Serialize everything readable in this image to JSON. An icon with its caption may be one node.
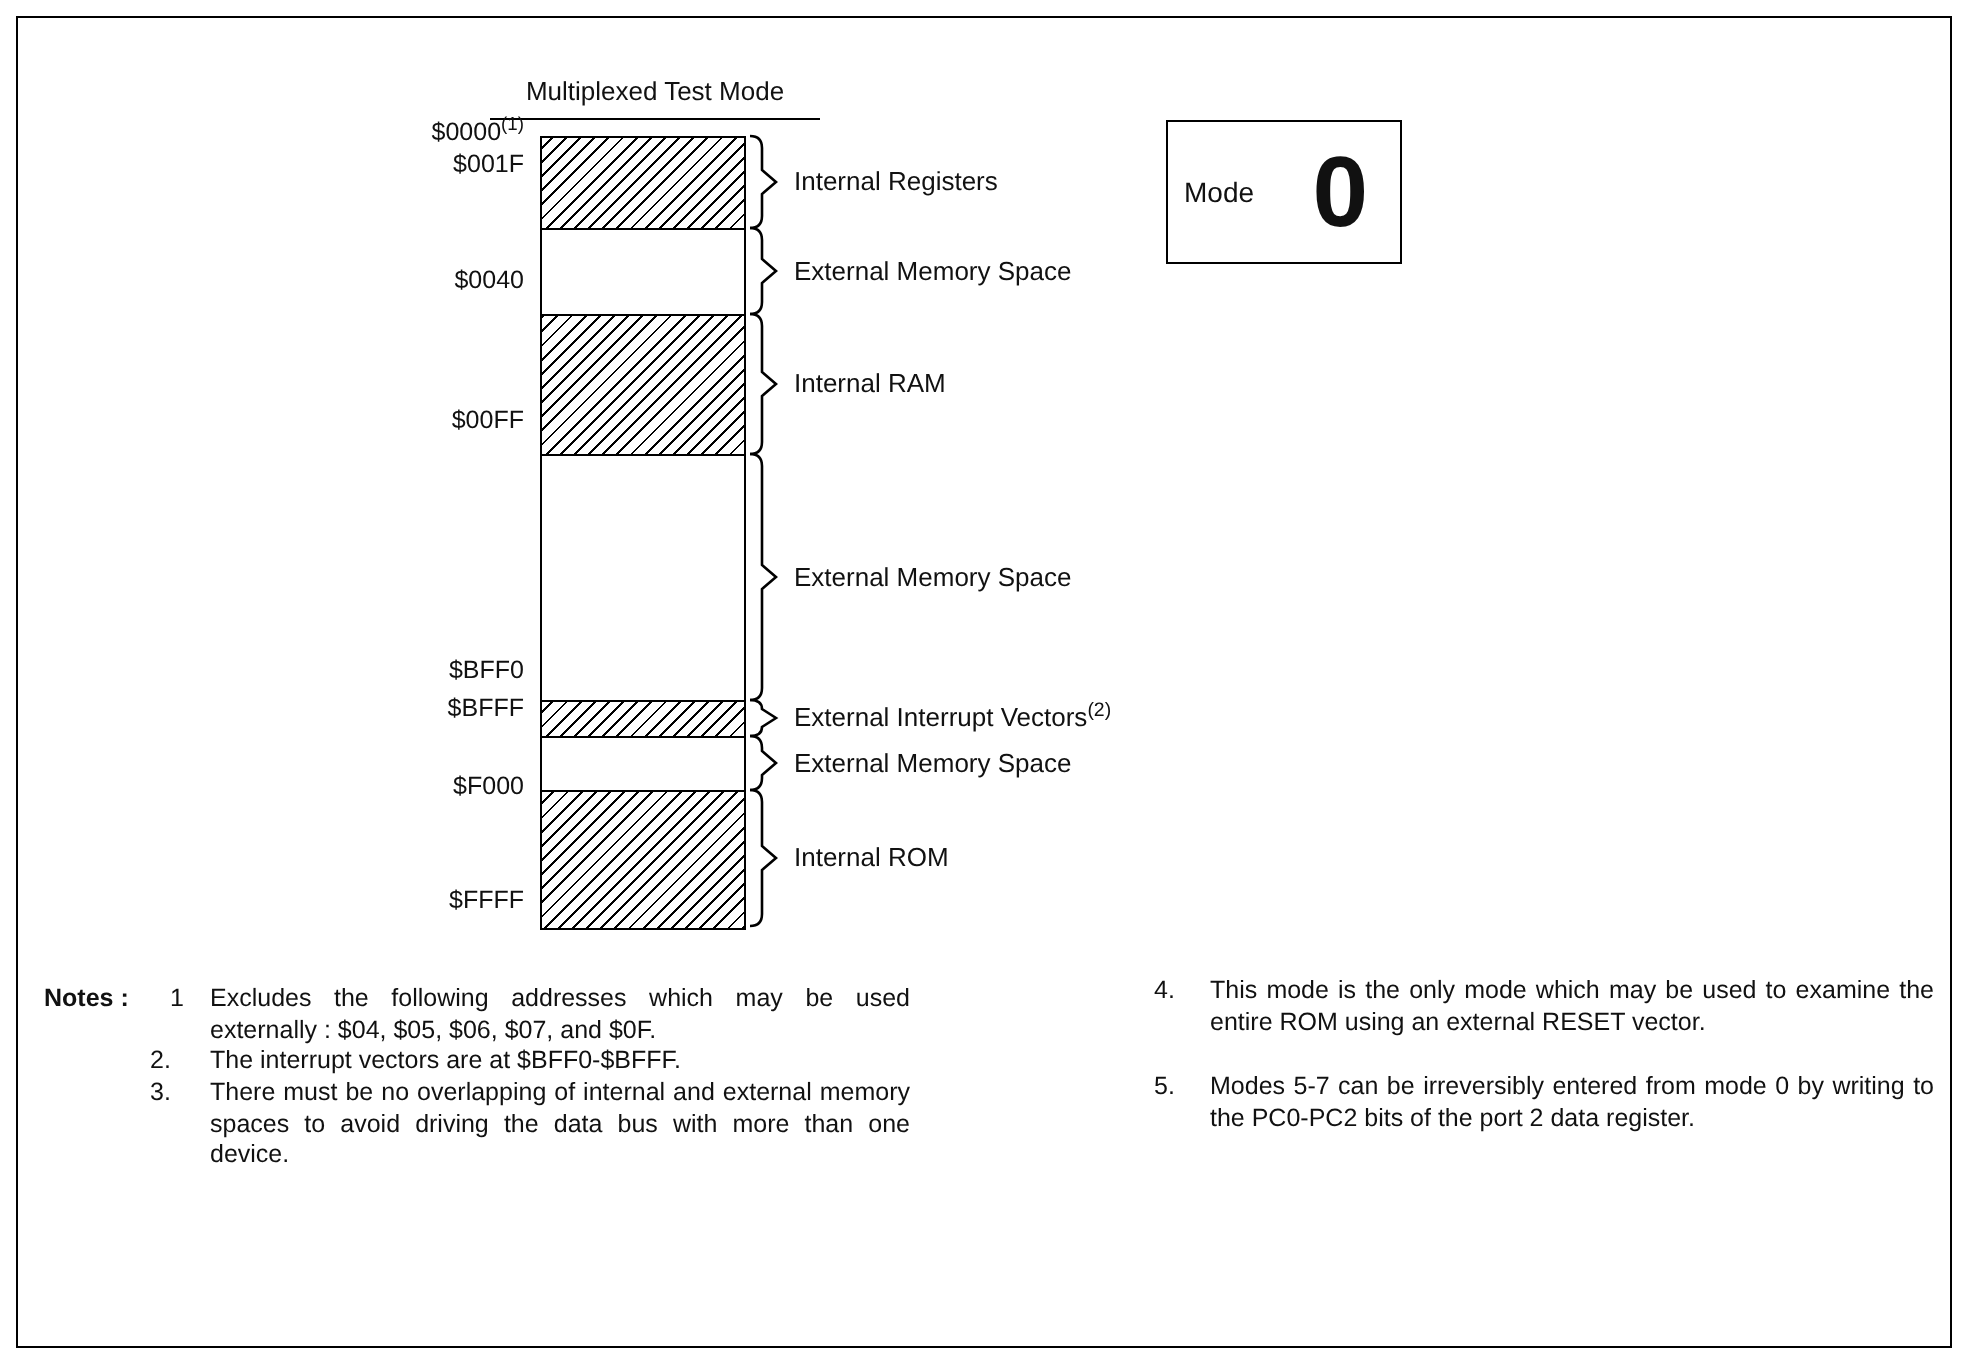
{
  "diagram": {
    "title": "Multiplexed Test Mode",
    "nodes": [
      {
        "text": [],
        "shape": "bar",
        "beside": [
          "Internal Registers"
        ]
      },
      {
        "text": [],
        "shape": "bar",
        "beside": [
          "External Memory Space"
        ]
      },
      {
        "text": [],
        "shape": "bar",
        "beside": [
          "Internal RAM"
        ]
      },
      {
        "text": [],
        "shape": "bar",
        "beside": [
          "External Memory Space"
        ]
      },
      {
        "text": [],
        "shape": "bar",
        "beside": [
          "External Interrupt Vectors$^{(2)}$"
        ]
      },
      {
        "text": [],
        "shape": "bar",
        "beside": [
          "External Memory Space"
        ]
      },
      {
        "text": [],
        "shape": "bar",
        "beside": [
          "Internal ROM"
        ]
      },
      {
        "text": [
          "Mode",
          "0"
        ]
      }
    ],
    "edges": [],
    "labels": [
      "$0000$^{(1)}$",
      "$001F",
      "$0040",
      "$00FF",
      "$BFF0",
      "$BFFF",
      "$F000",
      "$FFFF",
      "Notes :",
      "1",
      "Excludes the following addresses which may be used externally : $04, $05, $06, $07, and $0F.",
      "2.",
      "The interrupt vectors are at $BFF0-$BFFF.",
      "3.",
      "There must be no overlapping of internal and external memory spaces to avoid driving the data bus with more than one device.",
      "4.",
      "This mode is the only mode which may be used to examine the entire ROM using an external RESET vector.",
      "5.",
      "Modes 5-7 can be irreversibly entered from mode 0 by writing to the PC0-PC2 bits of the port 2 data register."
    ]
  }
}
